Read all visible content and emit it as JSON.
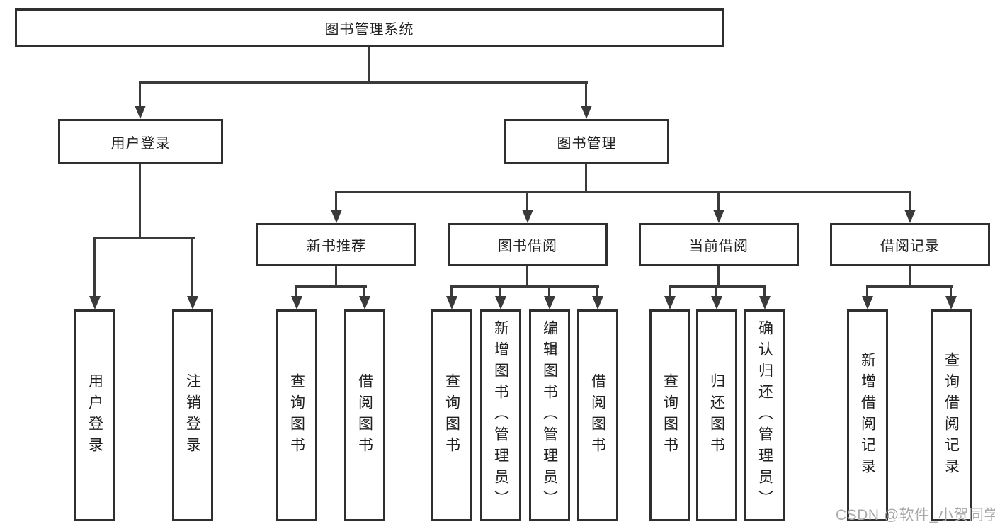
{
  "diagram": {
    "title": "图书管理系统",
    "branches": [
      {
        "label": "用户登录",
        "children": [
          "用户登录",
          "注销登录"
        ]
      },
      {
        "label": "图书管理",
        "children": [
          {
            "label": "新书推荐",
            "children": [
              "查询图书",
              "借阅图书"
            ]
          },
          {
            "label": "图书借阅",
            "children": [
              "查询图书",
              "新增图书（管理员）",
              "编辑图书（管理员）",
              "借阅图书"
            ]
          },
          {
            "label": "当前借阅",
            "children": [
              "查询图书",
              "归还图书",
              "确认归还（管理员）"
            ]
          },
          {
            "label": "借阅记录",
            "children": [
              "新增借阅记录",
              "查询借阅记录"
            ]
          }
        ]
      }
    ],
    "colors": {
      "line": "#3a3a3a",
      "box_border": "#2f2f2f",
      "text": "#212121",
      "watermark": "#a9a9a9",
      "background": "#ffffff"
    }
  },
  "watermark": "CSDN @软件_小贺同学"
}
